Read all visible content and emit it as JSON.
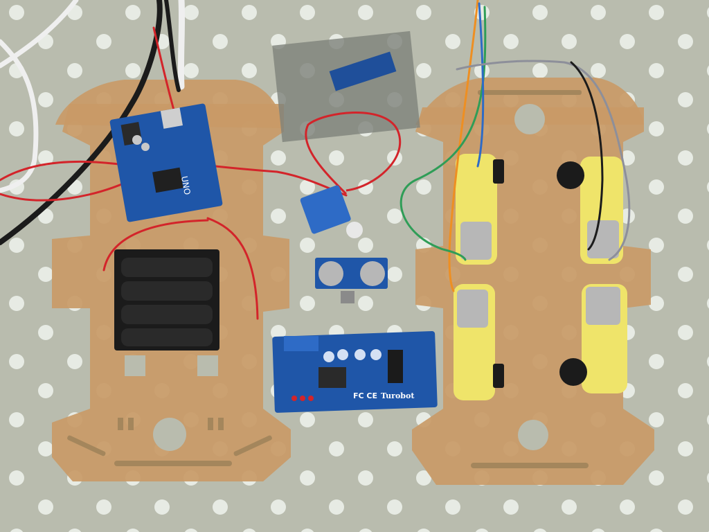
{
  "colors": {
    "tablecloth": "#b9bcae",
    "polka_dot": "#e7ebe4",
    "acrylic_chassis": "#c99a67",
    "arduino_board": "#1f56a8",
    "battery_holder": "#1b1b1b",
    "gear_motor": "#efe46a",
    "wire_red": "#d3242a",
    "wire_orange": "#ee8f22",
    "wire_green": "#2f9d57",
    "wire_blue": "#2e6bc6",
    "wire_white": "#efefef",
    "wire_black": "#1b1b1b"
  },
  "board_labels": {
    "arduino": "UNO",
    "motor_shield_brand": "Turobot",
    "motor_shield_cert": "FC CE"
  }
}
